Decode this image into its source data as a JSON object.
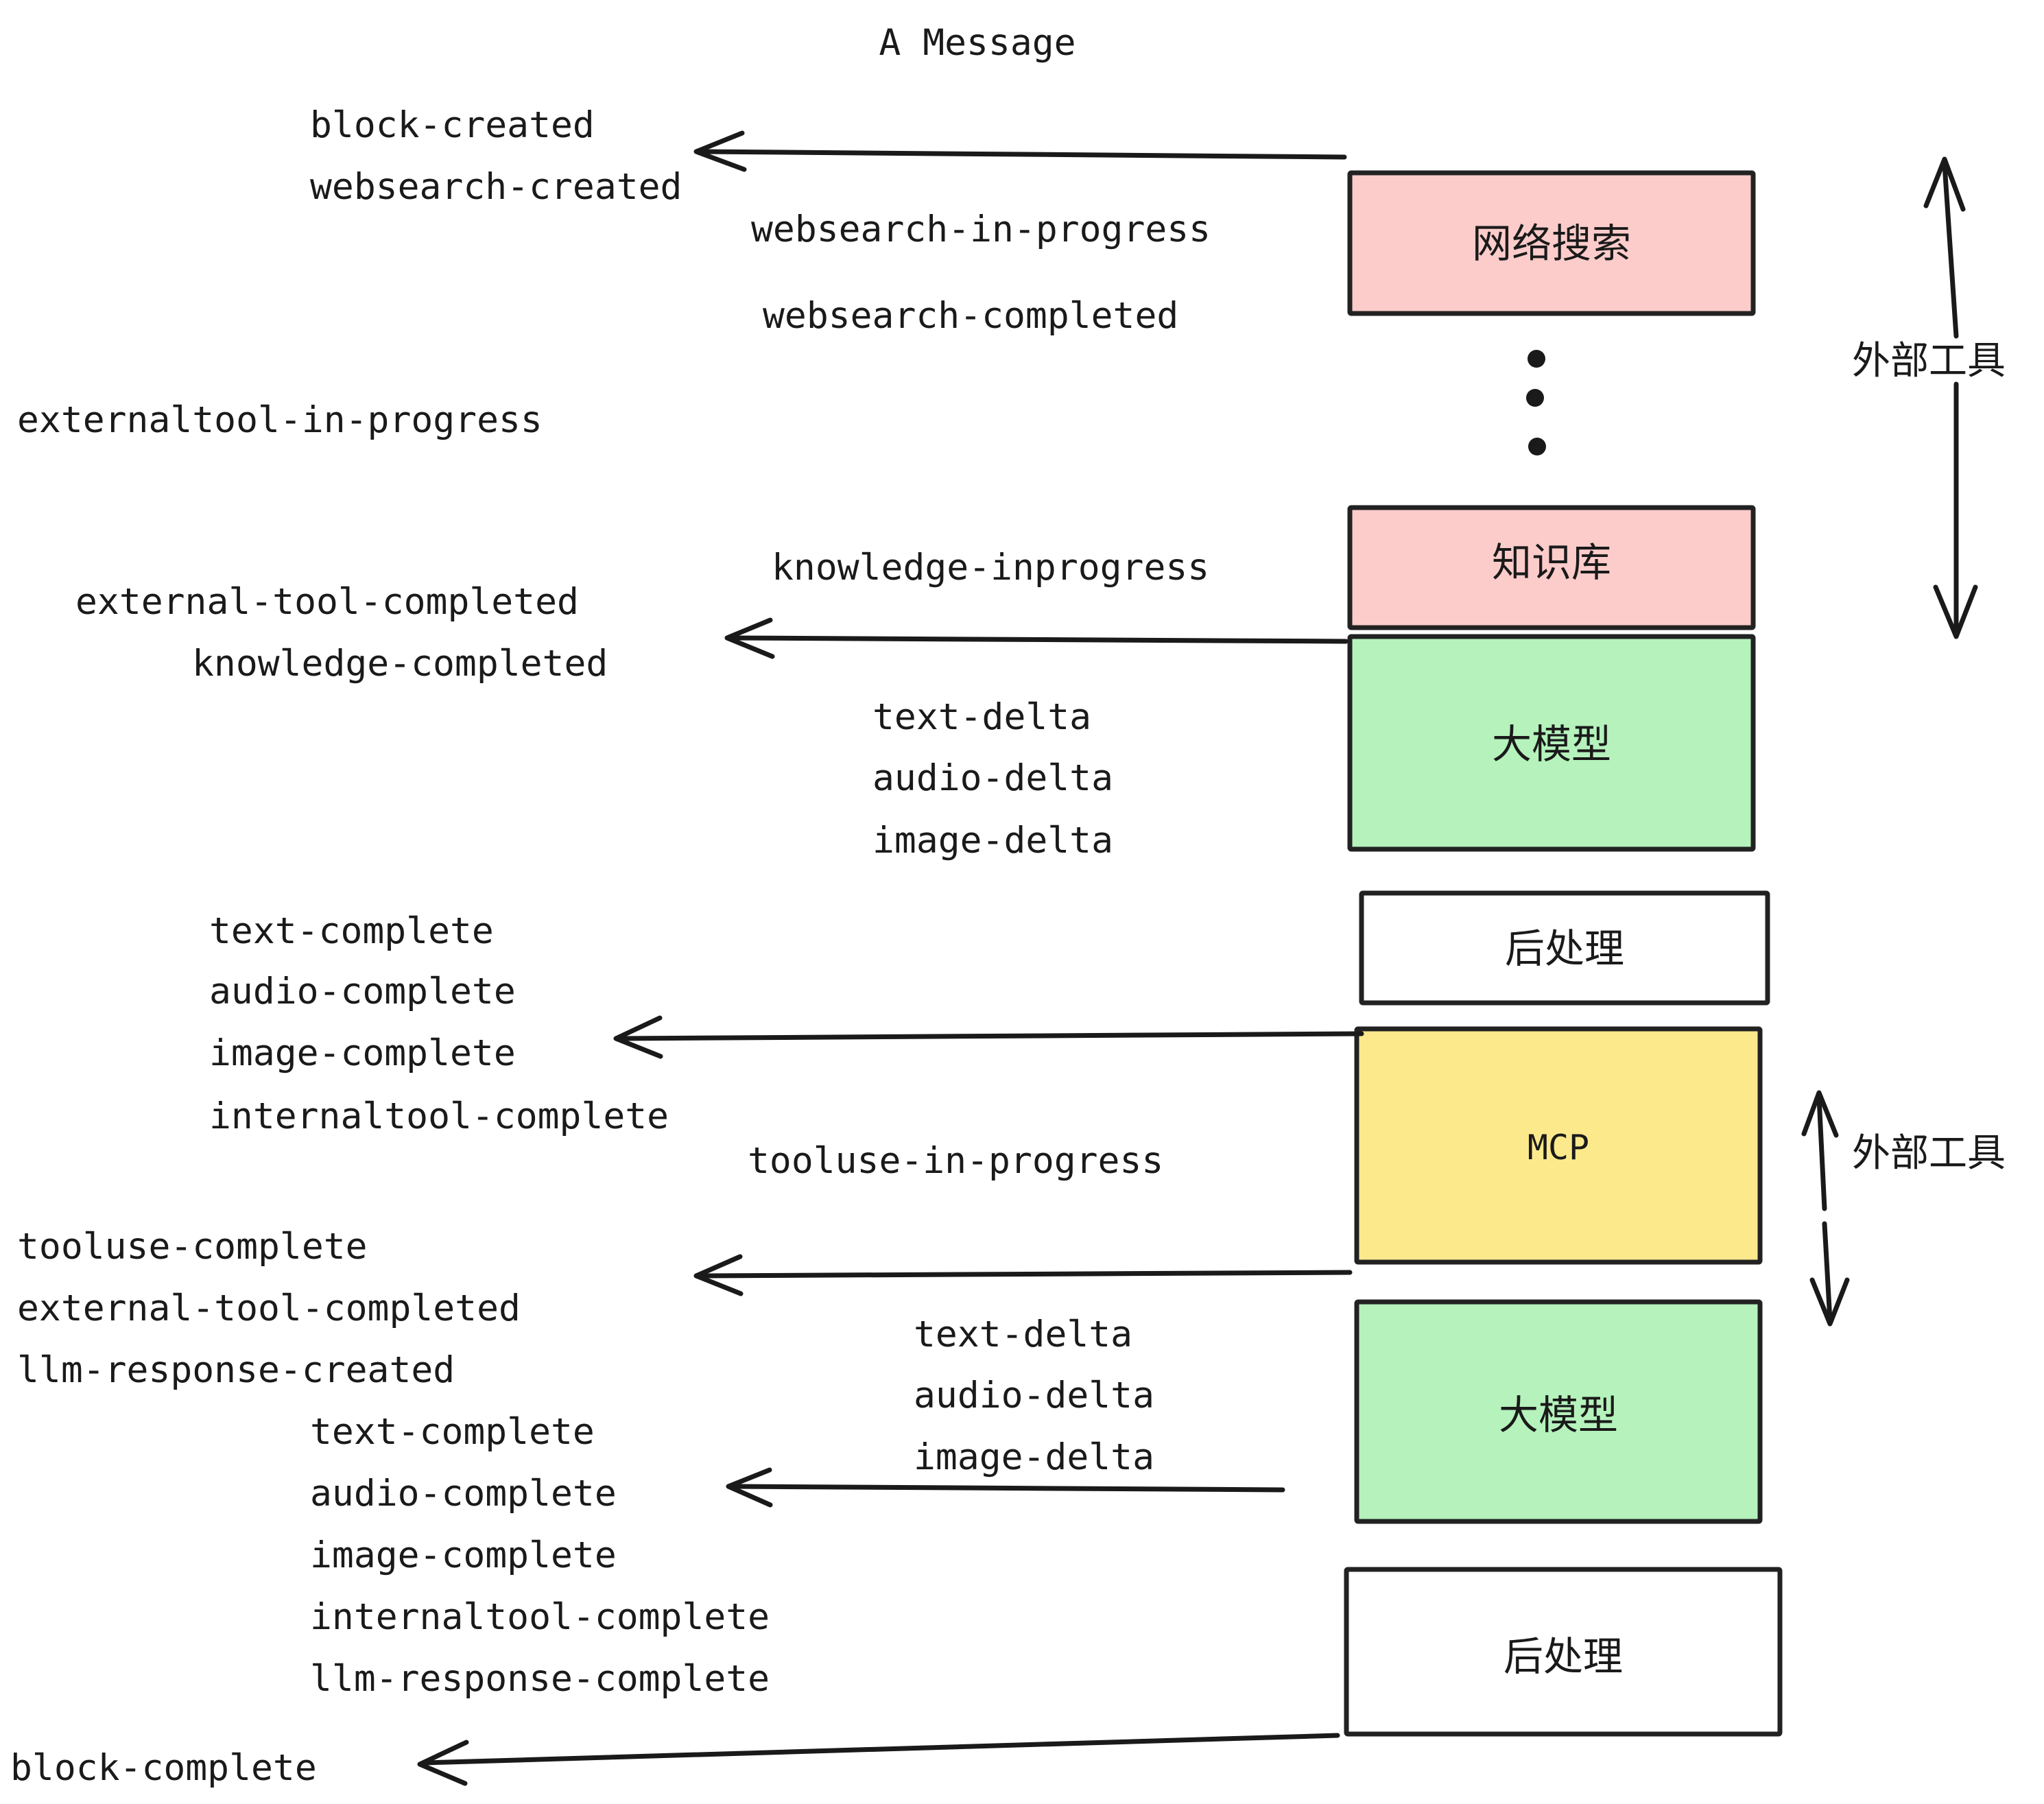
{
  "title": "A Message",
  "colors": {
    "pink": "#fccccb",
    "green": "#b5f2bc",
    "yellow": "#fce98c",
    "white": "#ffffff",
    "stroke": "#222222",
    "text": "#1a1a1a"
  },
  "boxes": [
    {
      "id": "websearch",
      "label": "网络搜索",
      "fill": "#fccccb"
    },
    {
      "id": "knowledge",
      "label": "知识库",
      "fill": "#fccccb"
    },
    {
      "id": "llm-top",
      "label": "大模型",
      "fill": "#b5f2bc"
    },
    {
      "id": "postprocess-top",
      "label": "后处理",
      "fill": "#ffffff"
    },
    {
      "id": "mcp",
      "label": "MCP",
      "fill": "#fce98c"
    },
    {
      "id": "llm-bottom",
      "label": "大模型",
      "fill": "#b5f2bc"
    },
    {
      "id": "postprocess-bottom",
      "label": "后处理",
      "fill": "#ffffff"
    }
  ],
  "side_labels": [
    {
      "id": "external-tools-top",
      "label": "外部工具"
    },
    {
      "id": "external-tools-bottom",
      "label": "外部工具"
    }
  ],
  "events": [
    {
      "id": "e1",
      "text": "block-created"
    },
    {
      "id": "e2",
      "text": "websearch-created"
    },
    {
      "id": "e3",
      "text": "websearch-in-progress"
    },
    {
      "id": "e4",
      "text": "websearch-completed"
    },
    {
      "id": "e5",
      "text": "externaltool-in-progress"
    },
    {
      "id": "e6",
      "text": "knowledge-inprogress"
    },
    {
      "id": "e7",
      "text": "external-tool-completed"
    },
    {
      "id": "e8",
      "text": "knowledge-completed"
    },
    {
      "id": "e9",
      "text": "text-delta"
    },
    {
      "id": "e10",
      "text": "audio-delta"
    },
    {
      "id": "e11",
      "text": "image-delta"
    },
    {
      "id": "e12",
      "text": "text-complete"
    },
    {
      "id": "e13",
      "text": "audio-complete"
    },
    {
      "id": "e14",
      "text": "image-complete"
    },
    {
      "id": "e15",
      "text": "internaltool-complete"
    },
    {
      "id": "e16",
      "text": "tooluse-in-progress"
    },
    {
      "id": "e17",
      "text": "tooluse-complete"
    },
    {
      "id": "e18",
      "text": "external-tool-completed"
    },
    {
      "id": "e19",
      "text": "llm-response-created"
    },
    {
      "id": "e20",
      "text": "text-delta"
    },
    {
      "id": "e21",
      "text": "audio-delta"
    },
    {
      "id": "e22",
      "text": "image-delta"
    },
    {
      "id": "e23",
      "text": "text-complete"
    },
    {
      "id": "e24",
      "text": "audio-complete"
    },
    {
      "id": "e25",
      "text": "image-complete"
    },
    {
      "id": "e26",
      "text": "internaltool-complete"
    },
    {
      "id": "e27",
      "text": "llm-response-complete"
    },
    {
      "id": "e28",
      "text": "block-complete"
    }
  ]
}
